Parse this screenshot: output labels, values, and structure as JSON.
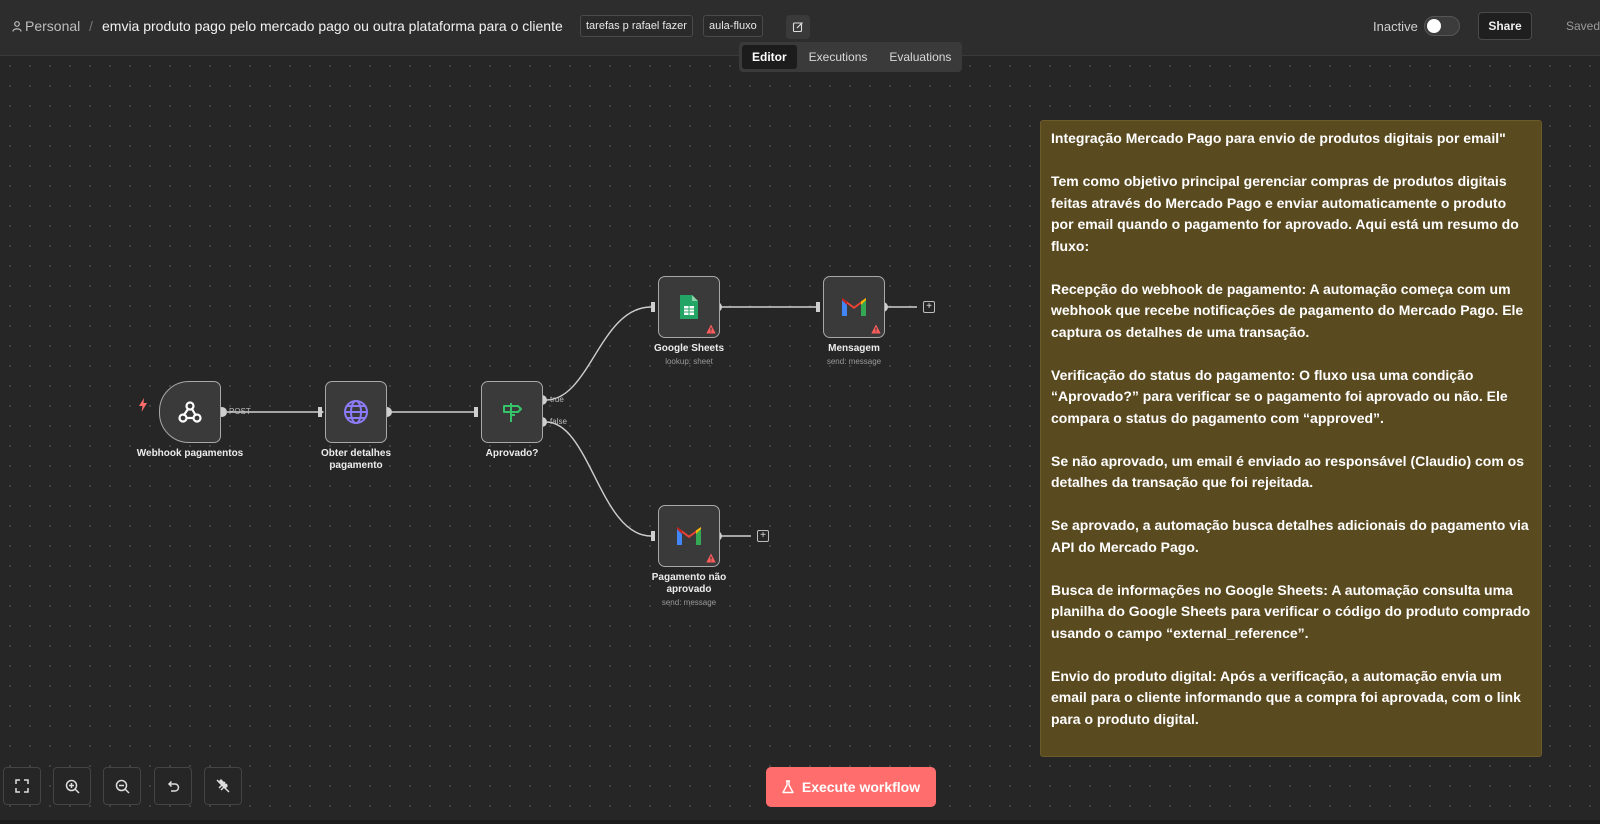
{
  "header": {
    "project": "Personal",
    "separator": "/",
    "workflow_title": "emvia produto pago pelo mercado pago ou outra plataforma para o cliente",
    "tags": [
      "tarefas p rafael fazer",
      "aula-fluxo"
    ],
    "status_label": "Inactive",
    "share_label": "Share",
    "saved_label": "Saved"
  },
  "tabs": [
    {
      "label": "Editor",
      "active": true
    },
    {
      "label": "Executions",
      "active": false
    },
    {
      "label": "Evaluations",
      "active": false
    }
  ],
  "nodes": {
    "webhook": {
      "label": "Webhook pagamentos",
      "port": "POST",
      "icon": "webhook-icon"
    },
    "http": {
      "label_line1": "Obter detalhes",
      "label_line2": "pagamento",
      "icon": "globe-icon"
    },
    "if": {
      "label": "Aprovado?",
      "port_true": "true",
      "port_false": "false",
      "icon": "signpost-icon"
    },
    "sheets": {
      "label": "Google Sheets",
      "sub": "lookup: sheet",
      "icon": "google-sheets-icon"
    },
    "gmail_ok": {
      "label": "Mensagem",
      "sub": "send: message",
      "icon": "gmail-icon"
    },
    "gmail_fail": {
      "label_line1": "Pagamento não",
      "label_line2": "aprovado",
      "sub": "send: message",
      "icon": "gmail-icon"
    }
  },
  "sticky": {
    "p1": "Integração Mercado Pago para envio de produtos digitais por email\"",
    "p2": "Tem como objetivo principal gerenciar compras de produtos digitais feitas através do Mercado Pago e enviar automaticamente o produto por email quando o pagamento for aprovado. Aqui está um resumo do fluxo:",
    "p3": "Recepção do webhook de pagamento: A automação começa com um webhook que recebe notificações de pagamento do Mercado Pago. Ele captura os detalhes de uma transação.",
    "p4": "Verificação do status do pagamento: O fluxo usa uma condição “Aprovado?” para verificar se o pagamento foi aprovado ou não. Ele compara o status do pagamento com “approved”.",
    "p5": "Se não aprovado, um email é enviado ao responsável (Claudio) com os detalhes da transação que foi rejeitada.",
    "p6": "Se aprovado, a automação busca detalhes adicionais do pagamento via API do Mercado Pago.",
    "p7": "Busca de informações no Google Sheets: A automação consulta uma planilha do Google Sheets para verificar o código do produto comprado usando o campo “external_reference”.",
    "p8": "Envio do produto digital: Após a verificação, a automação envia um email para o cliente informando que a compra foi aprovada, com o link para o produto digital."
  },
  "execute_label": "Execute workflow",
  "colors": {
    "accent": "#ff6d6d",
    "sticky_bg": "#5a4a20",
    "warning": "#ff5c5c"
  }
}
